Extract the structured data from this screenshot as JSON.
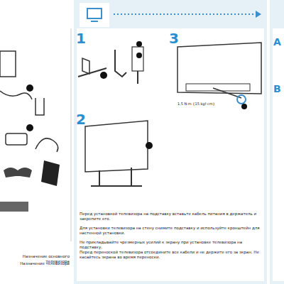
{
  "diagram": {
    "labels": [
      "1",
      "3",
      "2",
      "A",
      "B",
      "1,5 N·m {15 kgf·cm}",
      "Перед установкой телевизора на подставку вставьте кабель питания в держатель и закрепите его.",
      "Для установки телевизора на стену снимите подставку и используйте кронштейн для настенной установки.",
      "Не прикладывайте чрезмерных усилий к экрану при установке телевизора на подставку.",
      "Перед переноской телевизора отсоедините все кабели и не держите его за экран. Не касайтесь экрана во время переноски.",
      "Назначение основного телевизора",
      "Назначение телевизора"
    ]
  }
}
